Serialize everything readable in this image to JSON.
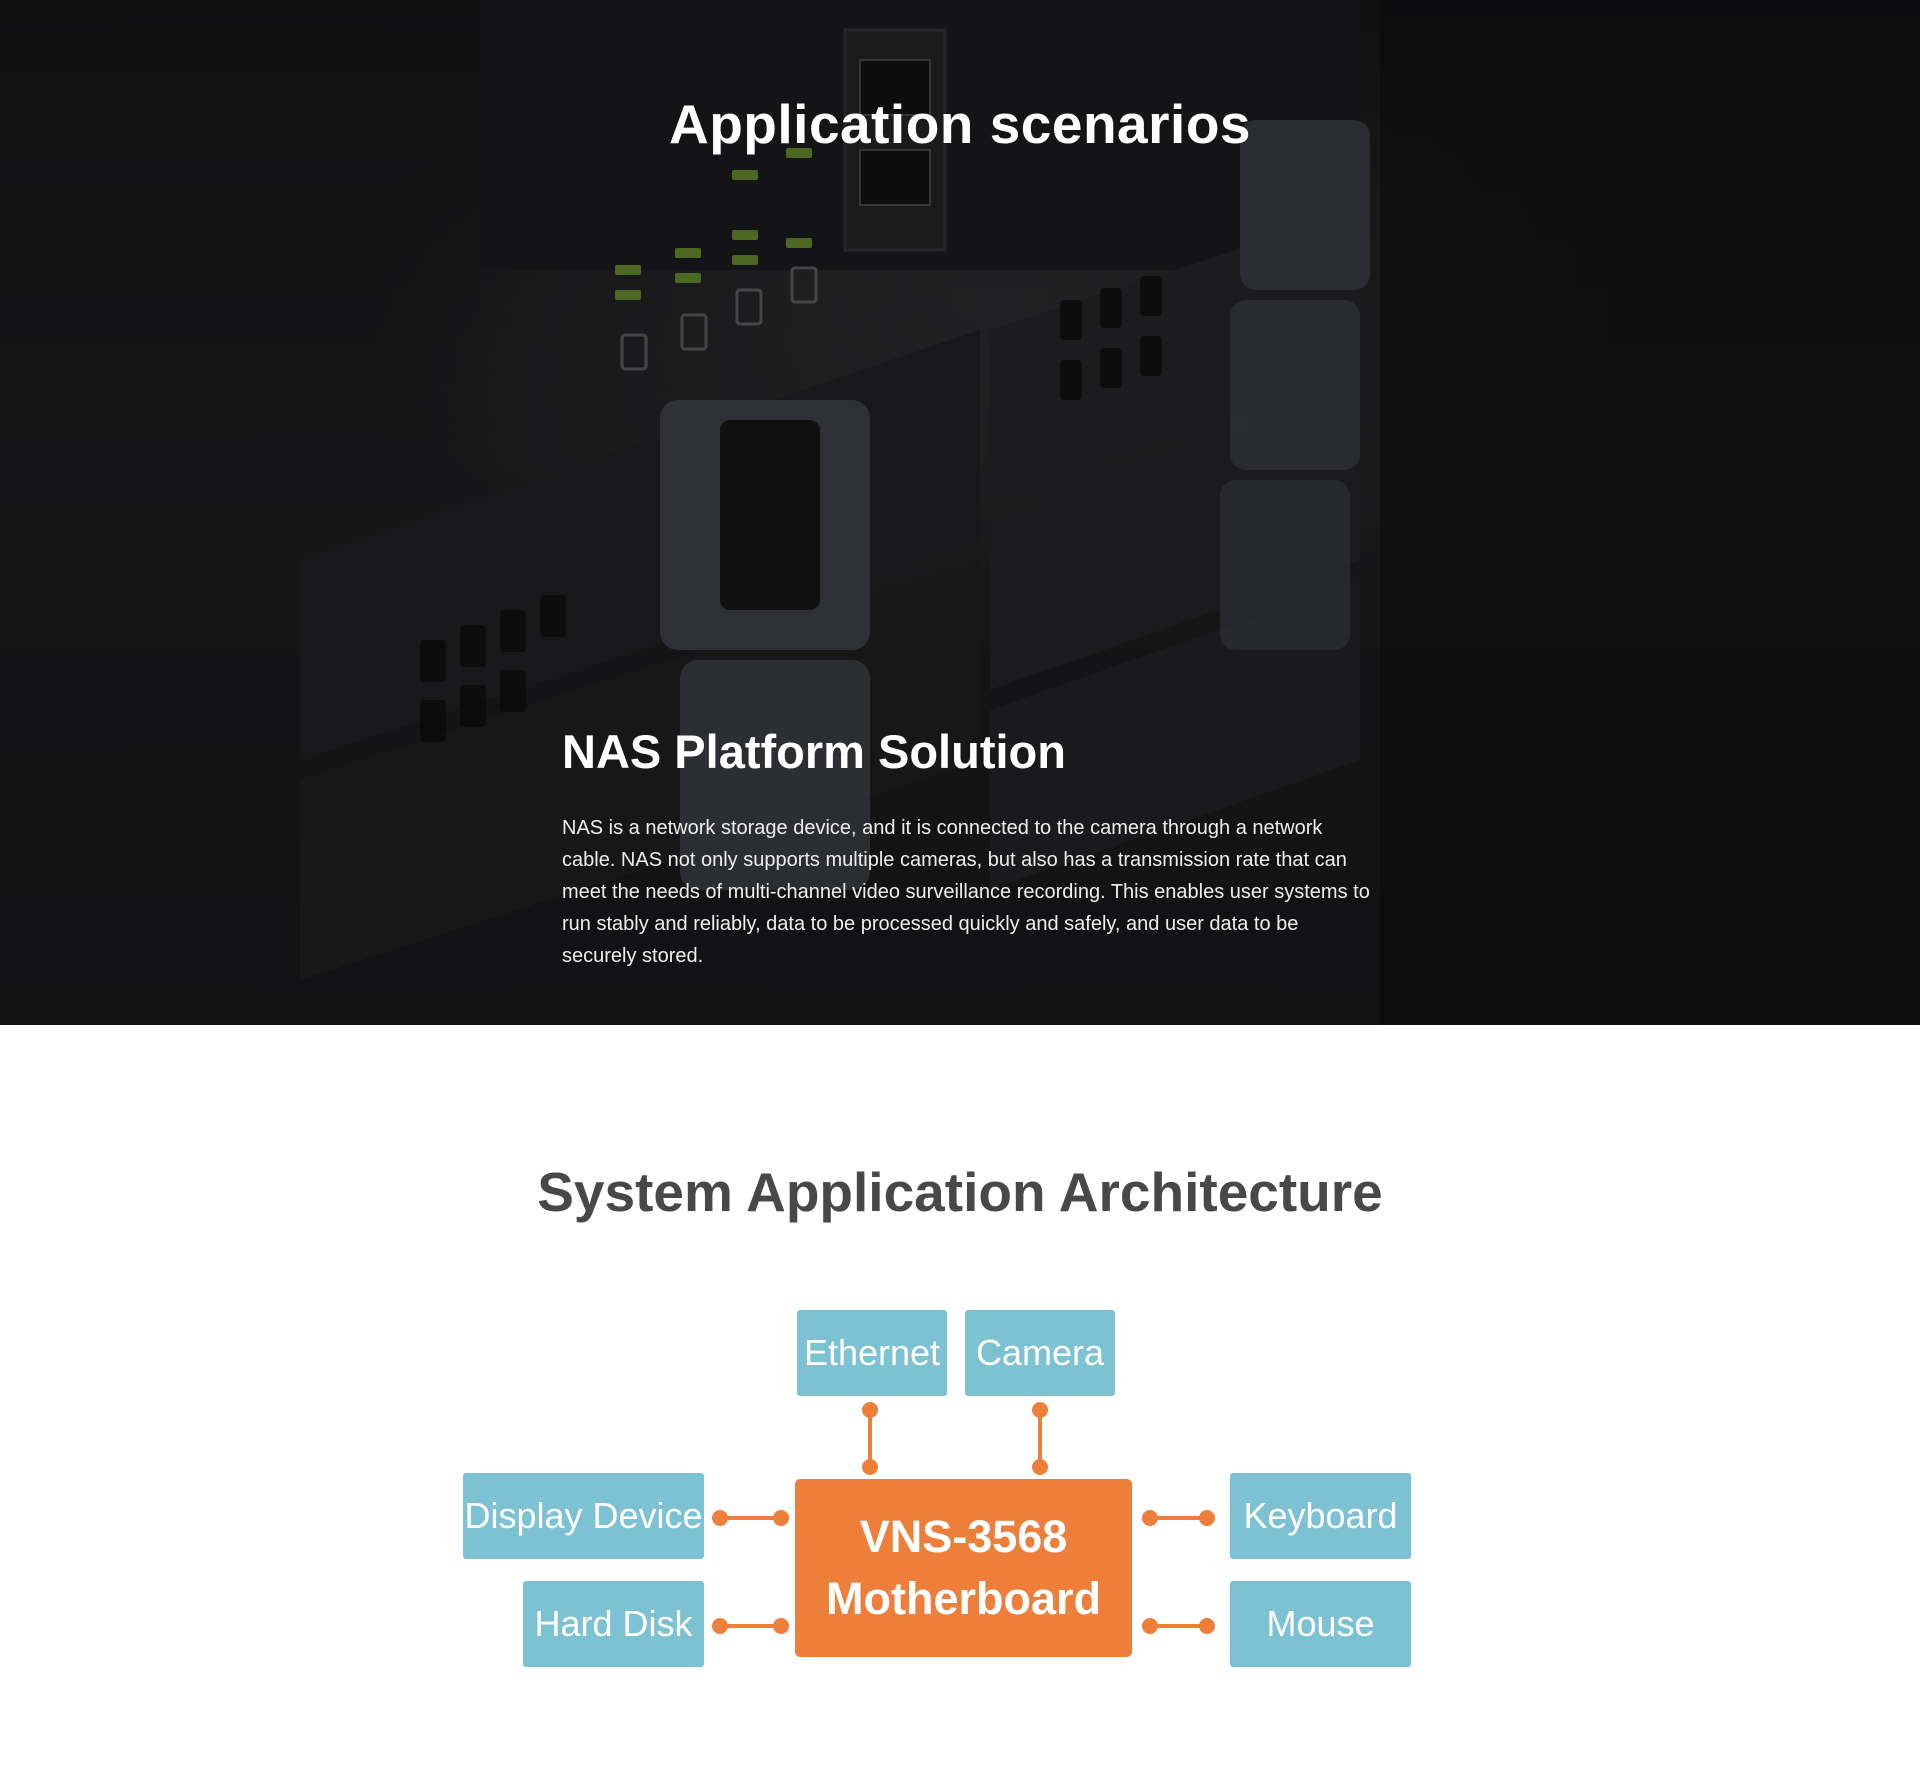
{
  "hero": {
    "title": "Application scenarios",
    "section_title": "NAS Platform Solution",
    "description": "NAS is a network storage device, and it is connected to the camera through a network cable. NAS not only supports multiple cameras, but also has a transmission rate that can meet the needs of multi-channel video surveillance recording. This enables user systems to run stably and reliably, data to be processed quickly and safely, and user data to be securely stored."
  },
  "architecture": {
    "title": "System Application Architecture",
    "center": {
      "line1": "VNS-3568",
      "line2": "Motherboard"
    },
    "nodes": {
      "ethernet": "Ethernet",
      "camera": "Camera",
      "display_device": "Display Device",
      "hard_disk": "Hard Disk",
      "keyboard": "Keyboard",
      "mouse": "Mouse"
    }
  },
  "colors": {
    "node_fill": "#7dc2d3",
    "center_fill": "#ed7f3a",
    "connector": "#ed7f3a",
    "heading_dark": "#484848"
  }
}
